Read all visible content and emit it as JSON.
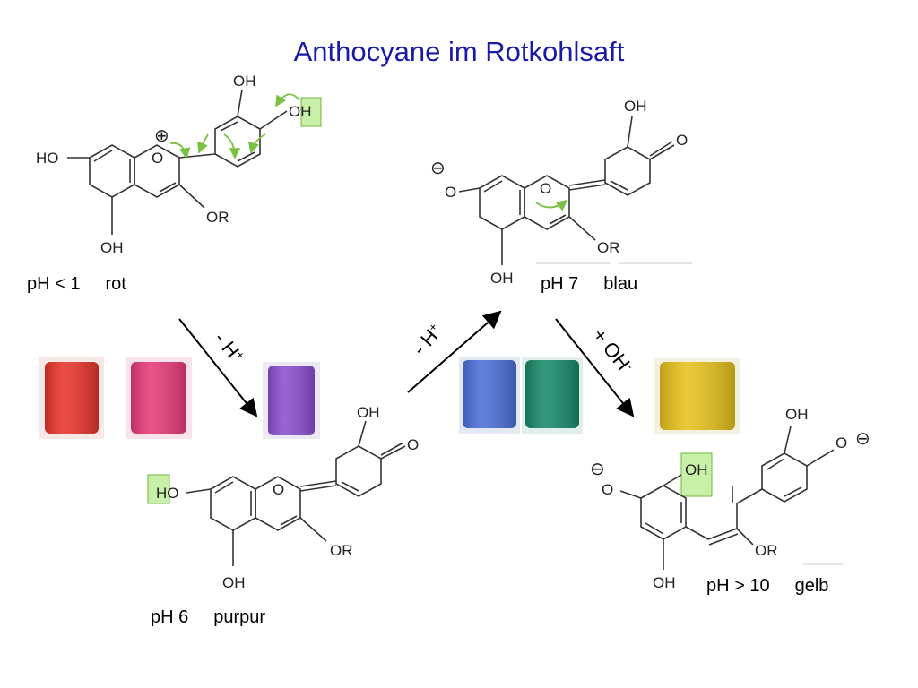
{
  "title": "Anthocyane im Rotkohlsaft",
  "states": [
    {
      "ph": "pH < 1",
      "color_name": "rot"
    },
    {
      "ph": "pH 6",
      "color_name": "purpur"
    },
    {
      "ph": "pH 7",
      "color_name": "blau"
    },
    {
      "ph": "pH > 10",
      "color_name": "gelb"
    }
  ],
  "steps": [
    {
      "text": "- H",
      "sup": "+"
    },
    {
      "text": "- H",
      "sup": "+"
    },
    {
      "text": "+ OH",
      "sup": "-"
    }
  ],
  "atoms": {
    "oh": "OH",
    "ho": "HO",
    "o": "O",
    "or": "OR",
    "h": "H",
    "plus": "⊕",
    "minus": "⊖"
  },
  "beaker_colors": [
    "#e8342b",
    "#e83a7a",
    "#8c4fd0",
    "#4a6fd8",
    "#178a6a",
    "#e8c21c"
  ],
  "highlight_color": "#c8f0a8"
}
